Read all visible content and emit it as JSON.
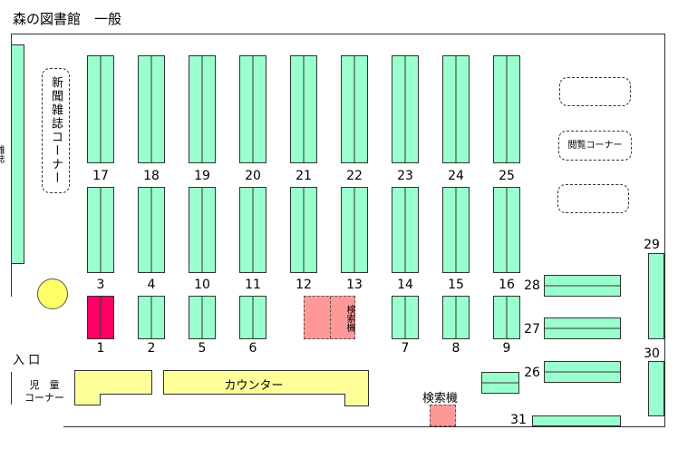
{
  "title": "森の図書館　一般",
  "colors": {
    "shelf": "#99ffcc",
    "counter": "#ffff99",
    "kiosk": "#ff9999",
    "shelf_1": "#ff0066",
    "pillar": "#ffff66"
  },
  "magazine_wall": "雑誌",
  "newspaper_corner": "新聞雑誌コーナー",
  "reading_corner": "閲覧コーナー",
  "search_kiosk_label": "検索機",
  "counter_label": "カウンター",
  "entrance_label": "入 口",
  "children_corner": {
    "line1": "児　童",
    "line2": "コーナー"
  },
  "shelf_numbers": {
    "s1": "1",
    "s2": "2",
    "s3": "3",
    "s4": "4",
    "s5": "5",
    "s6": "6",
    "s7": "7",
    "s8": "8",
    "s9": "9",
    "s10": "10",
    "s11": "11",
    "s12": "12",
    "s13": "13",
    "s14": "14",
    "s15": "15",
    "s16": "16",
    "s17": "17",
    "s18": "18",
    "s19": "19",
    "s20": "20",
    "s21": "21",
    "s22": "22",
    "s23": "23",
    "s24": "24",
    "s25": "25",
    "s26": "26",
    "s27": "27",
    "s28": "28",
    "s29": "29",
    "s30": "30",
    "s31": "31"
  }
}
